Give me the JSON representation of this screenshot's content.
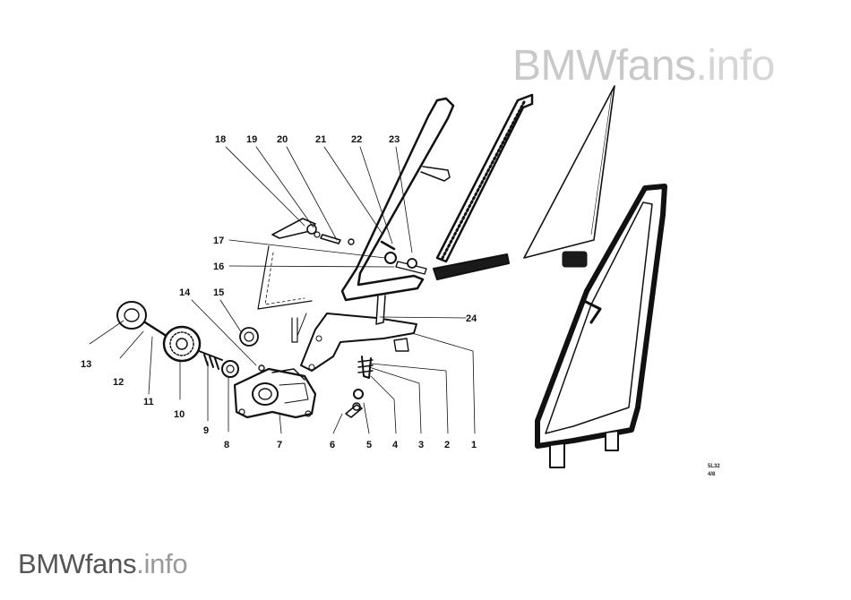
{
  "watermark": {
    "brand": "BMWfans",
    "suffix": ".info"
  },
  "callouts": [
    "1",
    "2",
    "3",
    "4",
    "5",
    "6",
    "7",
    "8",
    "9",
    "10",
    "11",
    "12",
    "13",
    "14",
    "15",
    "16",
    "17",
    "18",
    "19",
    "20",
    "21",
    "22",
    "23",
    "24"
  ],
  "drawing_code": {
    "line1": "5L32",
    "line2": "4/8"
  }
}
